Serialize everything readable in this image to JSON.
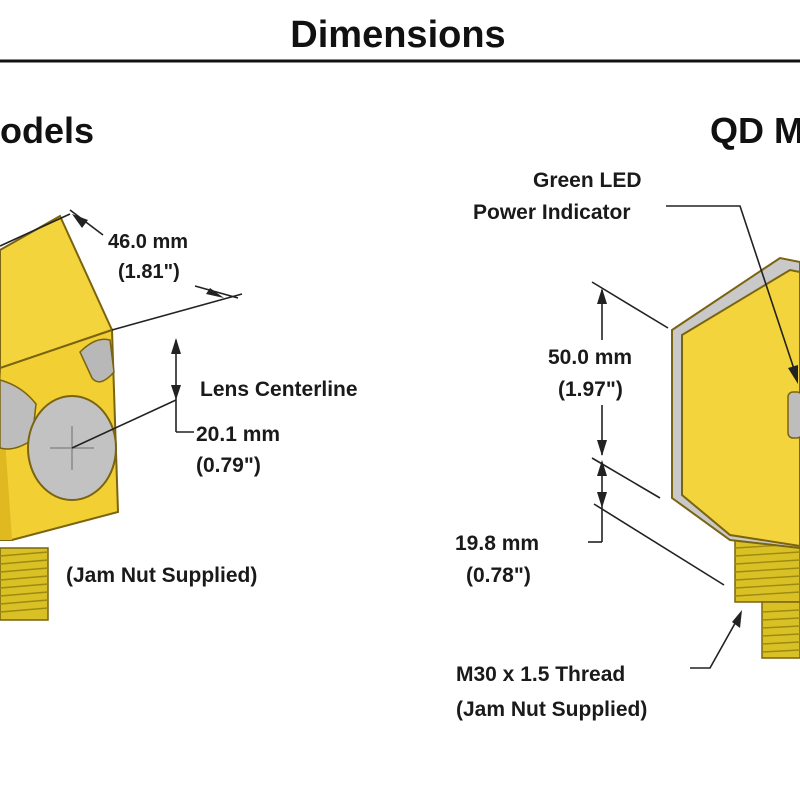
{
  "header": {
    "title": "Dimensions"
  },
  "left_panel": {
    "title": "odels",
    "width_dim": {
      "mm": "46.0 mm",
      "inch": "(1.81\")"
    },
    "lens_label": "Lens Centerline",
    "lens_dim": {
      "mm": "20.1 mm",
      "inch": "(0.79\")"
    },
    "jam_nut": "(Jam Nut Supplied)"
  },
  "right_panel": {
    "title": "QD M",
    "led_label": {
      "line1": "Green LED",
      "line2": "Power Indicator"
    },
    "height_dim": {
      "mm": "50.0 mm",
      "inch": "(1.97\")"
    },
    "lower_dim": {
      "mm": "19.8 mm",
      "inch": "(0.78\")"
    },
    "thread": {
      "line1": "M30 x 1.5 Thread",
      "line2": "(Jam Nut Supplied)"
    }
  },
  "colors": {
    "body_yellow": "#F5D33A",
    "body_shadow": "#E2B81E",
    "body_edge": "#7A6410",
    "lens_gray": "#BDBDBD",
    "thread_yellow": "#D9C025",
    "line": "#222222"
  }
}
